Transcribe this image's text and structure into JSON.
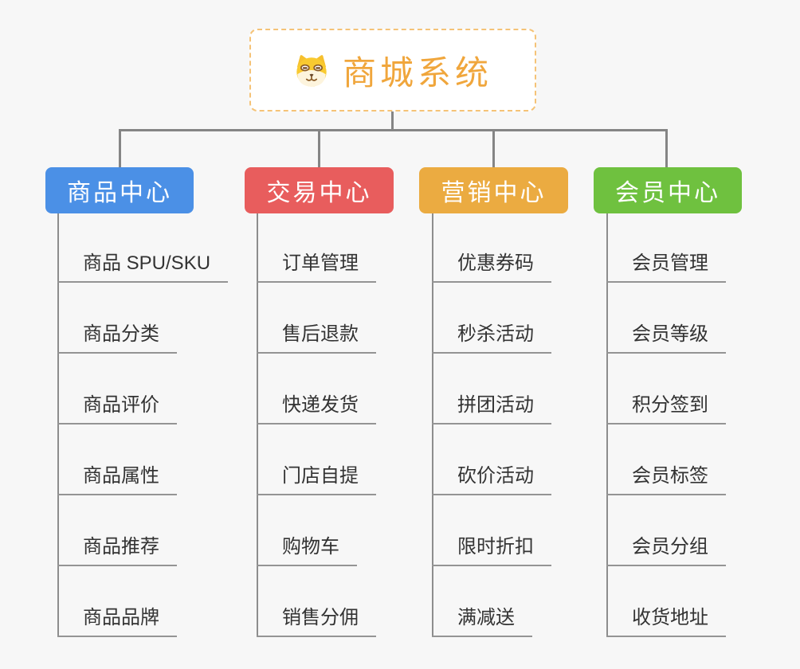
{
  "root": {
    "title": "商城系统",
    "icon": "shiba-dog-icon"
  },
  "branches": [
    {
      "label": "商品中心",
      "color": "#4b90e6",
      "items": [
        "商品 SPU/SKU",
        "商品分类",
        "商品评价",
        "商品属性",
        "商品推荐",
        "商品品牌"
      ]
    },
    {
      "label": "交易中心",
      "color": "#e85d5d",
      "items": [
        "订单管理",
        "售后退款",
        "快递发货",
        "门店自提",
        "购物车",
        "销售分佣"
      ]
    },
    {
      "label": "营销中心",
      "color": "#ebab41",
      "items": [
        "优惠券码",
        "秒杀活动",
        "拼团活动",
        "砍价活动",
        "限时折扣",
        "满减送"
      ]
    },
    {
      "label": "会员中心",
      "color": "#6fc13f",
      "items": [
        "会员管理",
        "会员等级",
        "积分签到",
        "会员标签",
        "会员分组",
        "收货地址"
      ]
    }
  ],
  "colors": {
    "background": "#f7f7f7",
    "root_border": "#f5c377",
    "root_text": "#f0a63c",
    "connector": "#858585",
    "leaf_underline": "#949494",
    "leaf_text": "#333333"
  }
}
